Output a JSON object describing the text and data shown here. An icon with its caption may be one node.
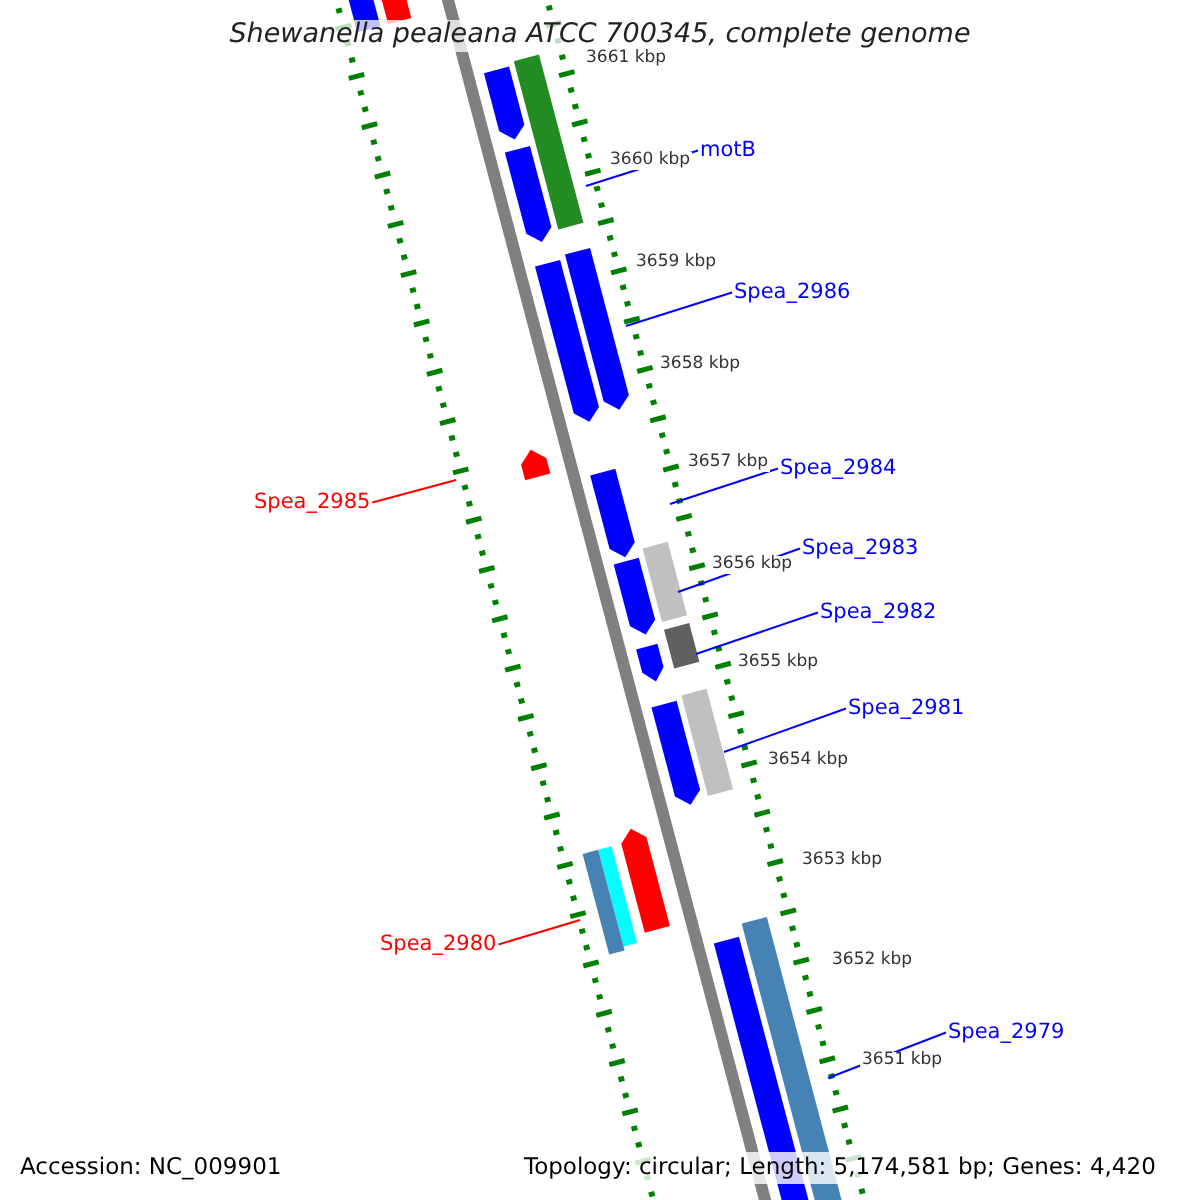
{
  "diagram": {
    "title": "Shewanella pealeana ATCC 700345, complete genome",
    "nodes": [
      {
        "text": [
          "motB"
        ]
      },
      {
        "text": [
          "Spea_2986"
        ]
      },
      {
        "text": [
          "Spea_2984"
        ]
      },
      {
        "text": [
          "Spea_2985"
        ]
      },
      {
        "text": [
          "Spea_2983"
        ]
      },
      {
        "text": [
          "Spea_2982"
        ]
      },
      {
        "text": [
          "Spea_2981"
        ]
      },
      {
        "text": [
          "Spea_2980"
        ]
      },
      {
        "text": [
          "Spea_2979"
        ]
      }
    ],
    "edges": [
      {
        "from": 0,
        "to": null,
        "arrow": "none"
      },
      {
        "from": 1,
        "to": null,
        "arrow": "none"
      },
      {
        "from": 2,
        "to": null,
        "arrow": "none"
      },
      {
        "from": 3,
        "to": null,
        "arrow": "none",
        "color": "#ff0000"
      },
      {
        "from": 4,
        "to": null,
        "arrow": "none"
      },
      {
        "from": 5,
        "to": null,
        "arrow": "none"
      },
      {
        "from": 6,
        "to": null,
        "arrow": "none"
      },
      {
        "from": 7,
        "to": null,
        "arrow": "none",
        "color": "#ff0000"
      },
      {
        "from": 8,
        "to": null,
        "arrow": "none"
      }
    ],
    "labels": [
      "3661 kbp",
      "3660 kbp",
      "3659 kbp",
      "3658 kbp",
      "3657 kbp",
      "3656 kbp",
      "3655 kbp",
      "3654 kbp",
      "3653 kbp",
      "3652 kbp",
      "3651 kbp",
      "Accession: NC_009901",
      "Topology: circular; Length: 5,174,581 bp; Genes: 4,420"
    ]
  }
}
